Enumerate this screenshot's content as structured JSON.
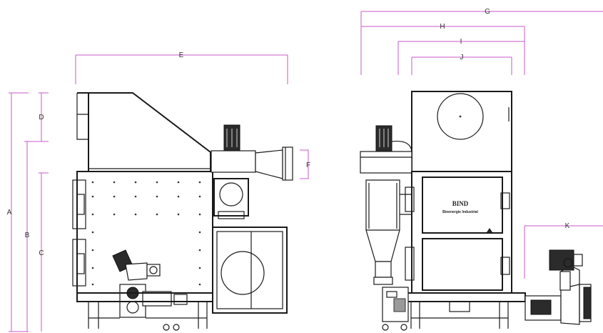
{
  "dimension_labels": {
    "A": "A",
    "B": "B",
    "C": "C",
    "D": "D",
    "E": "E",
    "F": "F",
    "G": "G",
    "H": "H",
    "I": "I",
    "J": "J",
    "K": "K"
  },
  "brand": {
    "name": "BIND",
    "subtitle": "Bioenergie Industrial"
  },
  "colors": {
    "dimension_line": "#c85ac8",
    "machine_line": "#1a1a1a"
  }
}
